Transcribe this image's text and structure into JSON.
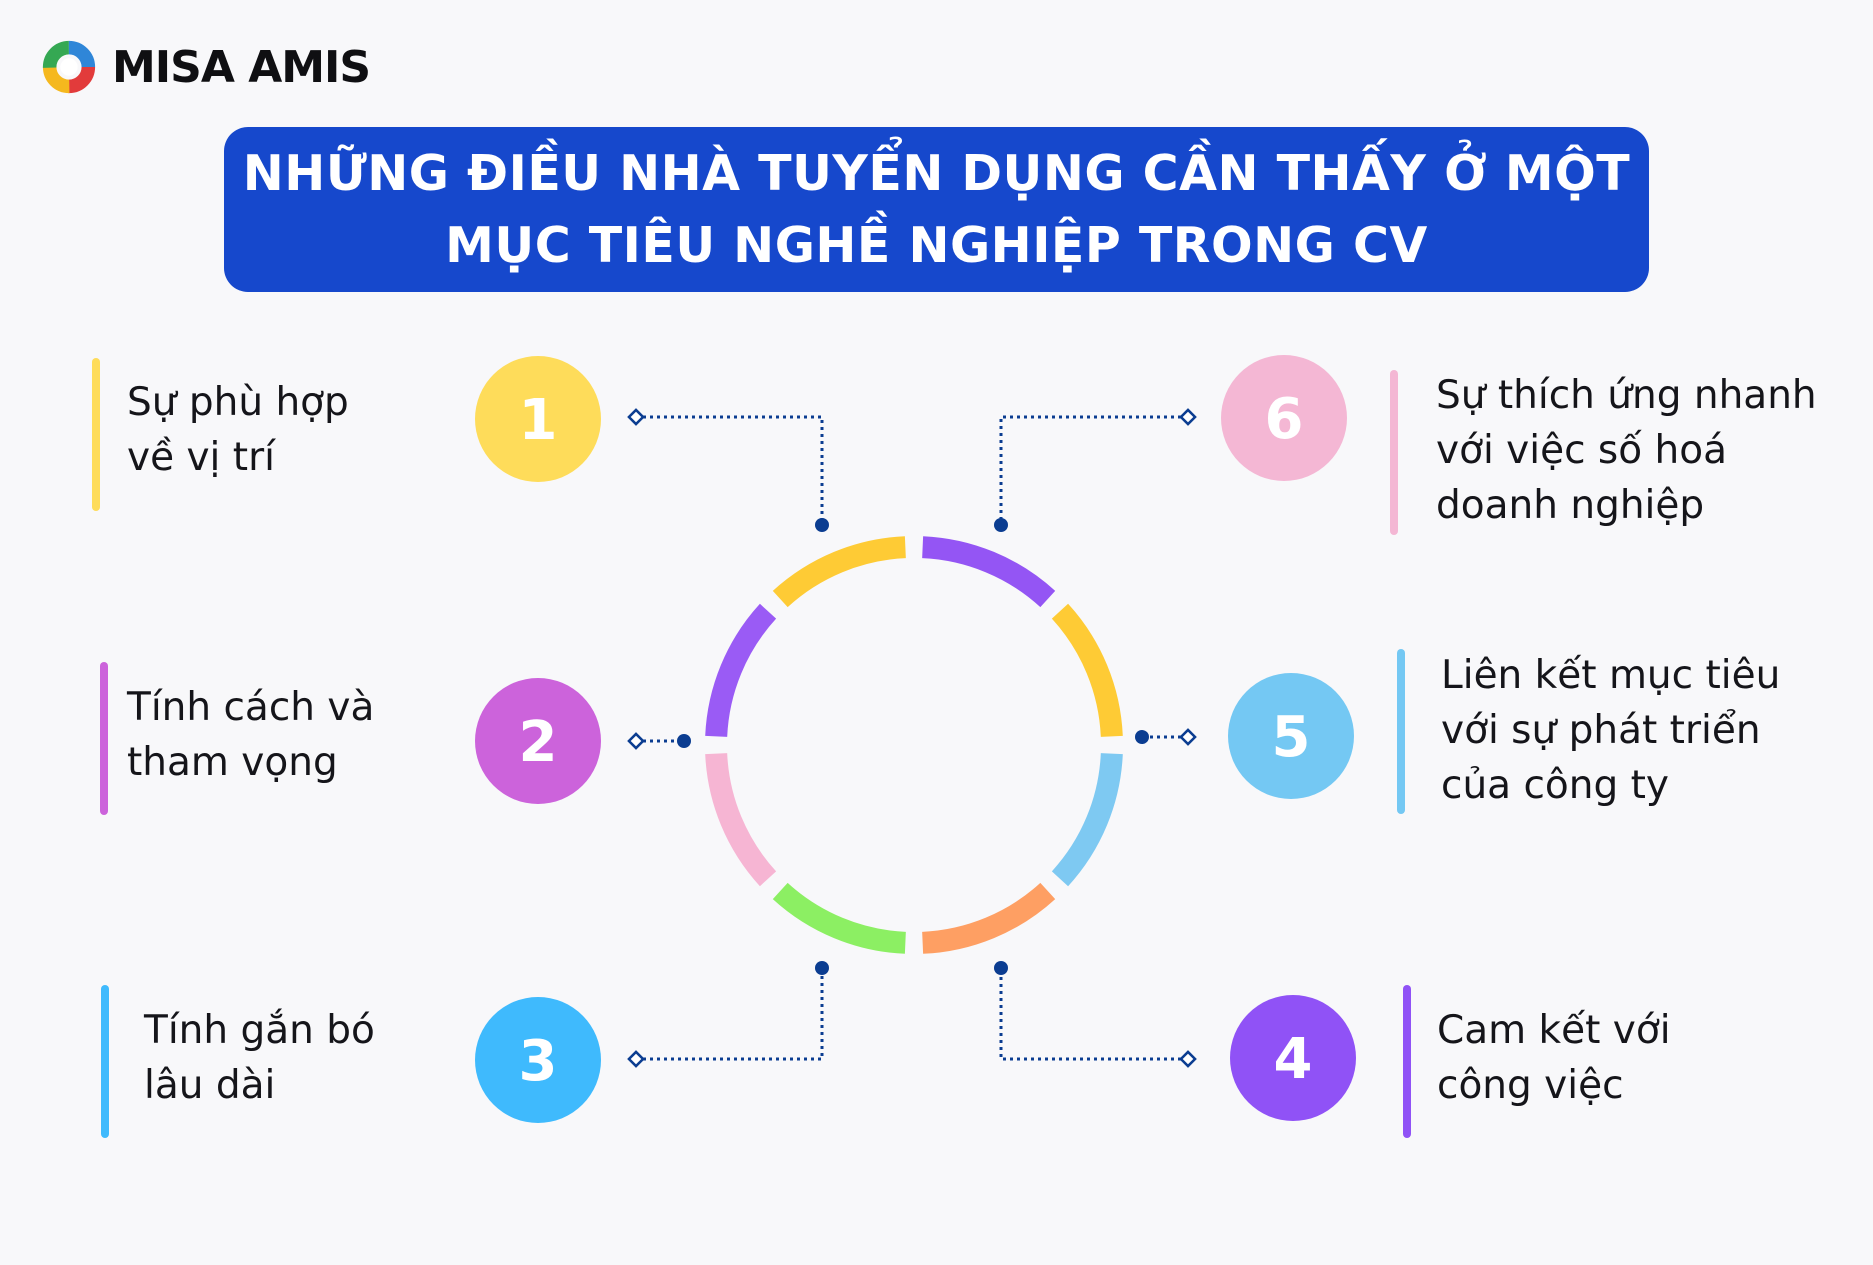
{
  "brand": {
    "name": "MISA AMIS"
  },
  "title": {
    "line1": "NHỮNG ĐIỀU NHÀ TUYỂN DỤNG CẦN THẤY Ở MỘT",
    "line2": "MỤC TIÊU NGHỀ NGHIỆP TRONG CV"
  },
  "items": [
    {
      "number": "1",
      "color": "#fedc5a",
      "lines": [
        "Sự phù hợp",
        "về vị trí"
      ]
    },
    {
      "number": "2",
      "color": "#cc63db",
      "lines": [
        "Tính cách và",
        "tham vọng"
      ]
    },
    {
      "number": "3",
      "color": "#3fbafd",
      "lines": [
        "Tính gắn bó",
        "lâu dài"
      ]
    },
    {
      "number": "4",
      "color": "#9052f6",
      "lines": [
        "Cam kết với",
        "công việc"
      ]
    },
    {
      "number": "5",
      "color": "#74c8f3",
      "lines": [
        "Liên kết mục tiêu",
        "với sự phát triển",
        "của công ty"
      ]
    },
    {
      "number": "6",
      "color": "#f4b7d4",
      "lines": [
        "Sự thích ứng nhanh",
        "với việc số hoá",
        "doanh nghiệp"
      ]
    }
  ],
  "ring_colors": [
    "#9455f4",
    "#fecb35",
    "#7ec9f2",
    "#fe9f63",
    "#8cef63",
    "#f6b5d3",
    "#9a5bf5",
    "#fecb35"
  ],
  "connector_color": "#0b3d91"
}
